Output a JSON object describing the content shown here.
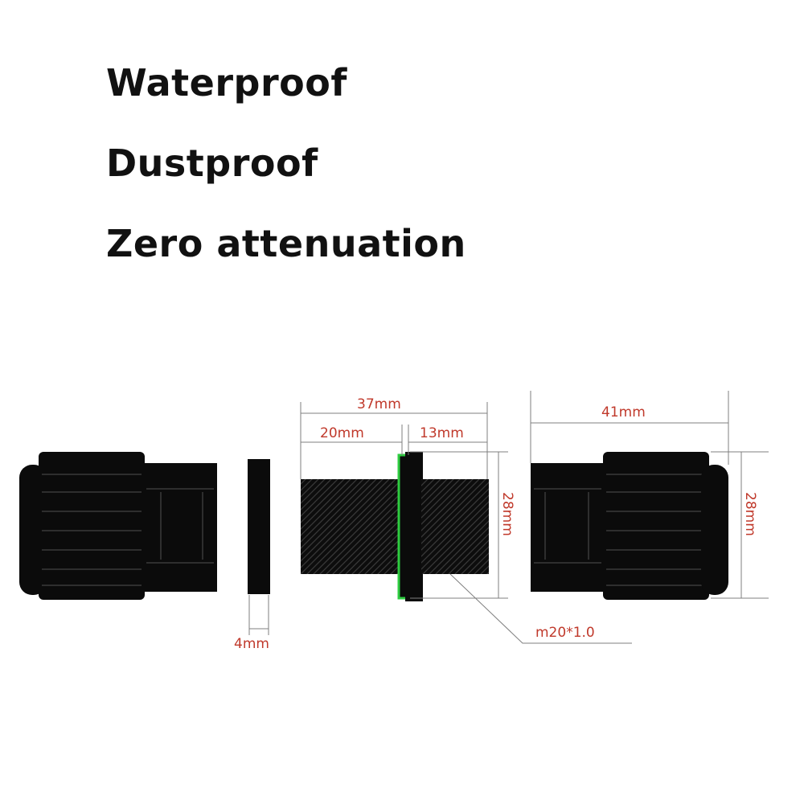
{
  "headings": [
    "Waterproof",
    "Dustproof",
    "Zero attenuation"
  ],
  "dimensions": {
    "total_length": "37mm",
    "thread_length": "20mm",
    "body_length": "13mm",
    "nut_length": "41mm",
    "nut_thickness": "4mm",
    "diameter_body": "28mm",
    "diameter_nut": "28mm",
    "thread_spec": "m20*1.0"
  },
  "colors": {
    "part": "#0b0b0b",
    "dimension_text": "#c0392b",
    "dimension_line": "#7f7f7f",
    "gasket": "#2ecc40"
  }
}
